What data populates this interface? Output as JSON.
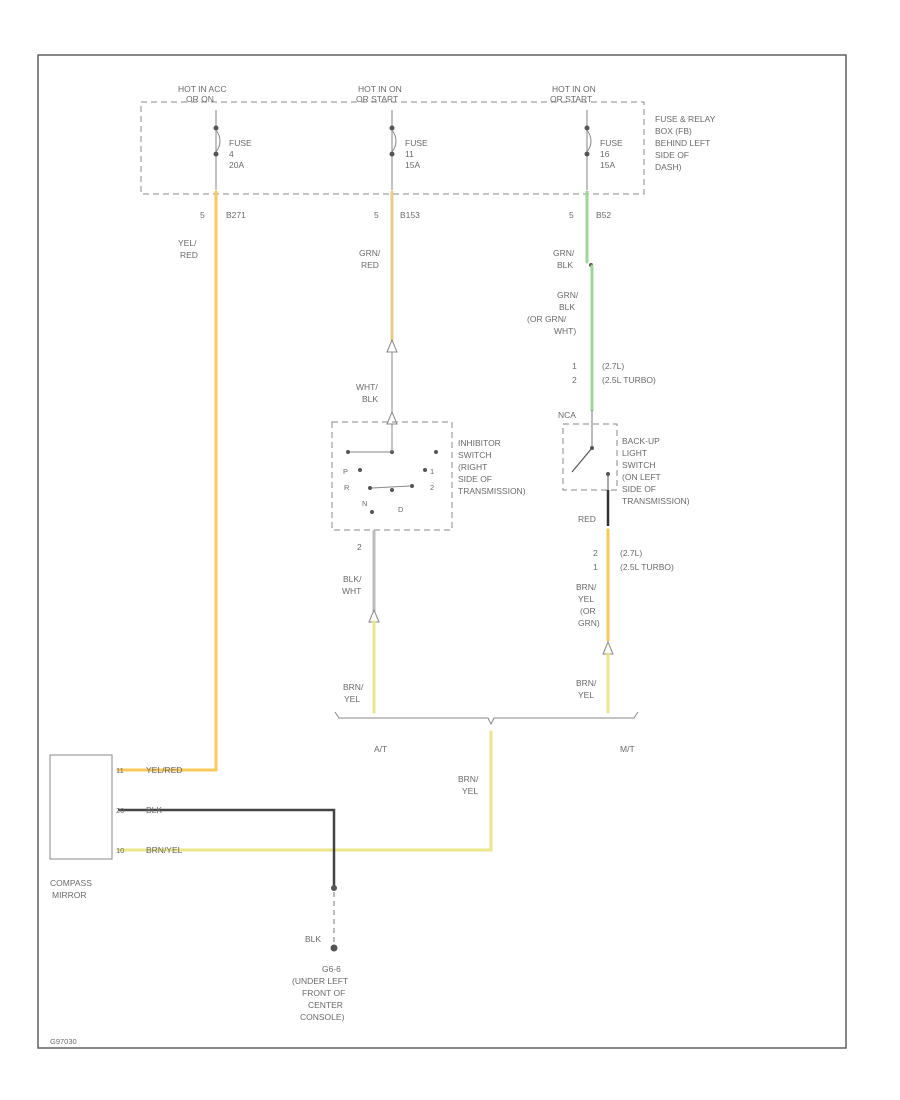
{
  "colors": {
    "wire_yellow": "#f6c85a",
    "wire_yellow_light": "#ece68a",
    "wire_green": "#9fd49a",
    "wire_tan": "#e3cf8a",
    "wire_gray": "#b5b5b5",
    "wire_black": "#444444",
    "frame": "#555555",
    "text": "#6a6a6a"
  },
  "fuse_box": {
    "hot1": "HOT IN ACC",
    "hot1b": "OR ON",
    "hot2": "HOT IN ON",
    "hot2b": "OR START",
    "hot3": "HOT IN ON",
    "hot3b": "OR START",
    "fuse1_name": "FUSE",
    "fuse1_num": "4",
    "fuse1_amp": "20A",
    "fuse2_name": "FUSE",
    "fuse2_num": "11",
    "fuse2_amp": "15A",
    "fuse3_name": "FUSE",
    "fuse3_num": "16",
    "fuse3_amp": "15A",
    "desc1": "FUSE & RELAY",
    "desc2": "BOX (FB)",
    "desc3": "BEHIND LEFT",
    "desc4": "SIDE OF",
    "desc5": "DASH)",
    "term1_pin": "5",
    "term1_conn": "B271",
    "term2_pin": "5",
    "term2_conn": "B153",
    "term3_pin": "5",
    "term3_conn": "B52"
  },
  "wires": {
    "w1_color1": "YEL/",
    "w1_color2": "RED",
    "w2_color1": "GRN/",
    "w2_color2": "RED",
    "w3_color1": "GRN/",
    "w3_color2": "BLK",
    "w3b_1": "GRN/",
    "w3b_2": "BLK",
    "w3b_3": "(OR GRN/",
    "w3b_4": "WHT)",
    "w4_color1": "WHT/",
    "w4_color2": "BLK",
    "w5_color1": "BLK/",
    "w5_color2": "WHT",
    "w6_color1": "BRN/",
    "w6_color2": "YEL",
    "w7_1": "BRN/",
    "w7_2": "YEL",
    "w7_3": "(OR",
    "w7_4": "GRN)",
    "w8_color1": "BRN/",
    "w8_color2": "YEL",
    "w9_color1": "BRN/",
    "w9_color2": "YEL",
    "w10_label": "BLK",
    "red_label": "RED"
  },
  "pins": {
    "p1a": "1",
    "p1a_note": "(2.7L)",
    "p1b": "2",
    "p1b_note": "(2.5L TURBO)",
    "p2a": "2",
    "p2a_note": "(2.7L)",
    "p2b": "1",
    "p2b_note": "(2.5L TURBO)",
    "nca": "NCA",
    "inhibitor_pin": "2"
  },
  "inhibitor": {
    "line1": "INHIBITOR",
    "line2": "SWITCH",
    "line3": "(RIGHT",
    "line4": "SIDE OF",
    "line5": "TRANSMISSION)",
    "pos_p": "P",
    "pos_r": "R",
    "pos_n": "N",
    "pos_d": "D",
    "pos_1": "1",
    "pos_2": "2"
  },
  "backup": {
    "line1": "BACK-UP",
    "line2": "LIGHT",
    "line3": "SWITCH",
    "line4": "(ON LEFT",
    "line5": "SIDE OF",
    "line6": "TRANSMISSION)"
  },
  "junction": {
    "at": "A/T",
    "mt": "M/T"
  },
  "mirror": {
    "pin1": "11",
    "pin1_label": "YEL/RED",
    "pin2": "20",
    "pin2_label": "BLK",
    "pin3": "10",
    "pin3_label": "BRN/YEL",
    "name1": "COMPASS",
    "name2": "MIRROR"
  },
  "ground": {
    "id": "G6-6",
    "line2": "(UNDER LEFT",
    "line3": "FRONT OF",
    "line4": "CENTER",
    "line5": "CONSOLE)"
  },
  "footer_code": "G97030"
}
